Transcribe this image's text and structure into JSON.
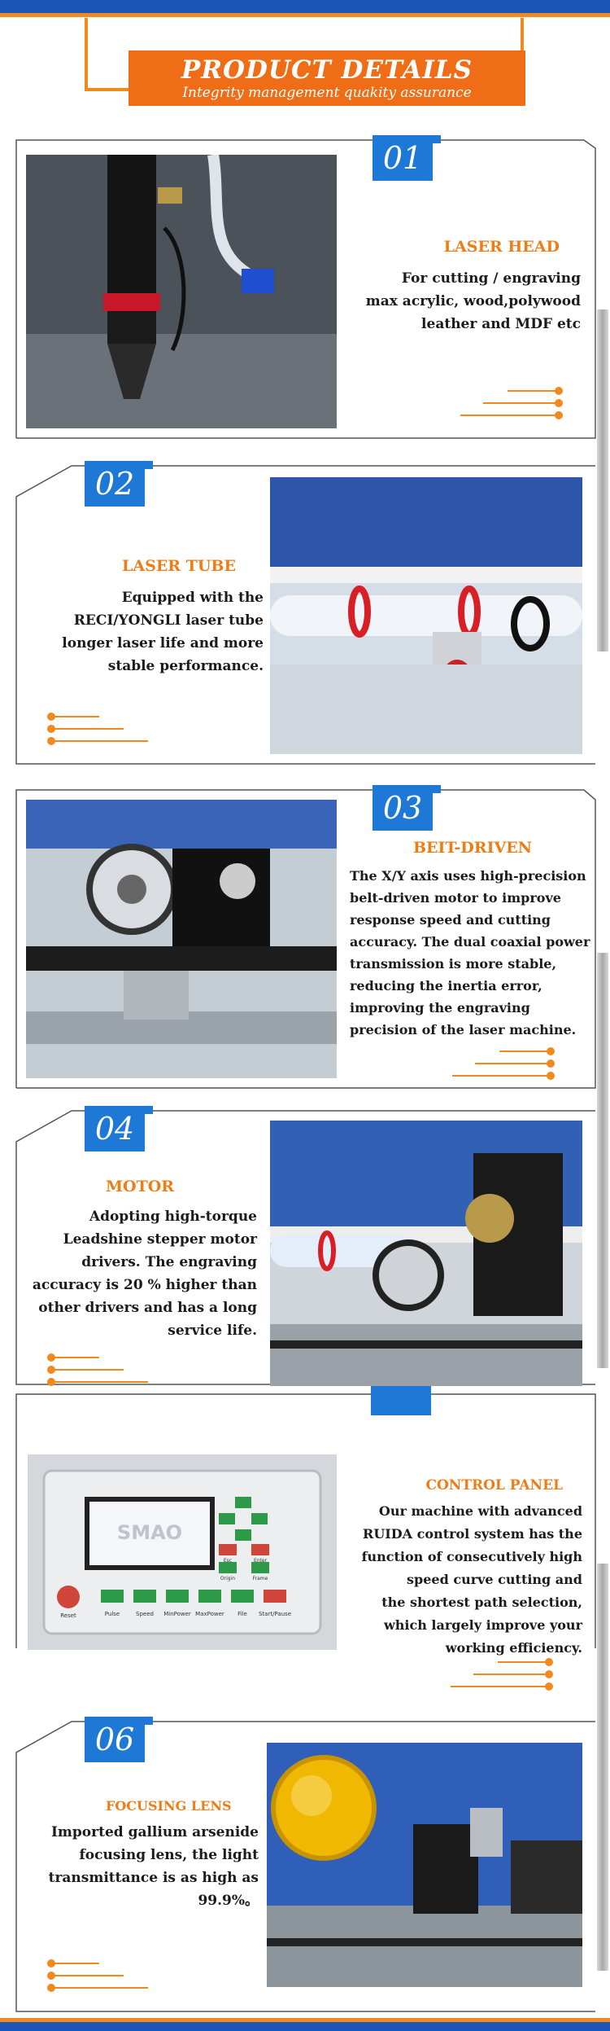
{
  "header": {
    "title": "PRODUCT DETAILS",
    "subtitle": "Integrity management quakity assurance"
  },
  "sections": [
    {
      "number": "01",
      "heading": "LASER HEAD",
      "lines": [
        "For cutting / engraving",
        "max acrylic, wood,polywood",
        "leather and MDF etc"
      ]
    },
    {
      "number": "02",
      "heading": "LASER TUBE",
      "lines": [
        "Equipped with the",
        "RECI/YONGLI laser tube",
        "longer laser life and more",
        "stable performance."
      ]
    },
    {
      "number": "03",
      "heading": "BEIT-DRIVEN",
      "lines": [
        "The X/Y axis uses high-precision",
        "belt-driven motor to improve",
        "response speed and cutting",
        "accuracy. The dual coaxial power",
        "transmission is more stable,",
        "reducing the inertia error,",
        "improving the engraving",
        "precision of the laser machine."
      ]
    },
    {
      "number": "04",
      "heading": "MOTOR",
      "lines": [
        "Adopting high-torque",
        "Leadshine stepper motor",
        "drivers. The engraving",
        "accuracy is 20 % higher than",
        "other drivers and has a long",
        "service life."
      ]
    },
    {
      "number": "",
      "heading": "CONTROL PANEL",
      "lines": [
        "Our machine with advanced",
        "RUIDA control system has the",
        "function of consecutively high",
        "speed curve cutting and",
        "the shortest path selection,",
        "which largely improve your",
        "working efficiency."
      ]
    },
    {
      "number": "06",
      "heading": "FOCUSING LENS",
      "lines": [
        "Imported gallium arsenide",
        "focusing lens, the light",
        "transmittance is as high as",
        "99.9%。"
      ]
    }
  ],
  "panel": {
    "screen_brand": "SMAO",
    "buttons": [
      "Reset",
      "Pulse",
      "Speed",
      "MinPower",
      "MaxPower",
      "File",
      "Start/Pause"
    ],
    "side_labels": [
      "Esc",
      "Enter",
      "Origin",
      "Frame"
    ]
  }
}
